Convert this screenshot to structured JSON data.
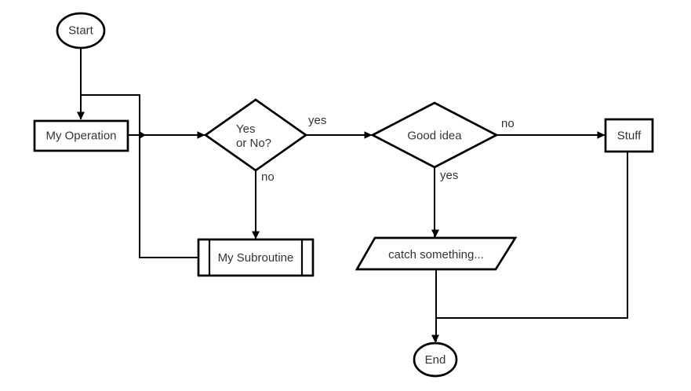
{
  "diagram": {
    "type": "flowchart",
    "background_color": "#ffffff",
    "line_color": "#000000",
    "text_color": "#333333",
    "nodes": {
      "start": {
        "shape": "terminal-ellipse",
        "label": "Start"
      },
      "my_operation": {
        "shape": "process-rectangle",
        "label": "My Operation"
      },
      "yes_or_no": {
        "shape": "decision-diamond",
        "label_line1": "Yes",
        "label_line2": "or No?"
      },
      "good_idea": {
        "shape": "decision-diamond",
        "label": "Good idea"
      },
      "stuff": {
        "shape": "process-rectangle",
        "label": "Stuff"
      },
      "my_subroutine": {
        "shape": "subroutine-rectangle",
        "label": "My Subroutine"
      },
      "catch_something": {
        "shape": "inputoutput-parallelogram",
        "label": "catch something..."
      },
      "end": {
        "shape": "terminal-ellipse",
        "label": "End"
      }
    },
    "edge_labels": {
      "yes_or_no_to_good_idea": "yes",
      "yes_or_no_to_my_subroutine": "no",
      "good_idea_to_stuff": "no",
      "good_idea_to_catch_something": "yes"
    }
  }
}
